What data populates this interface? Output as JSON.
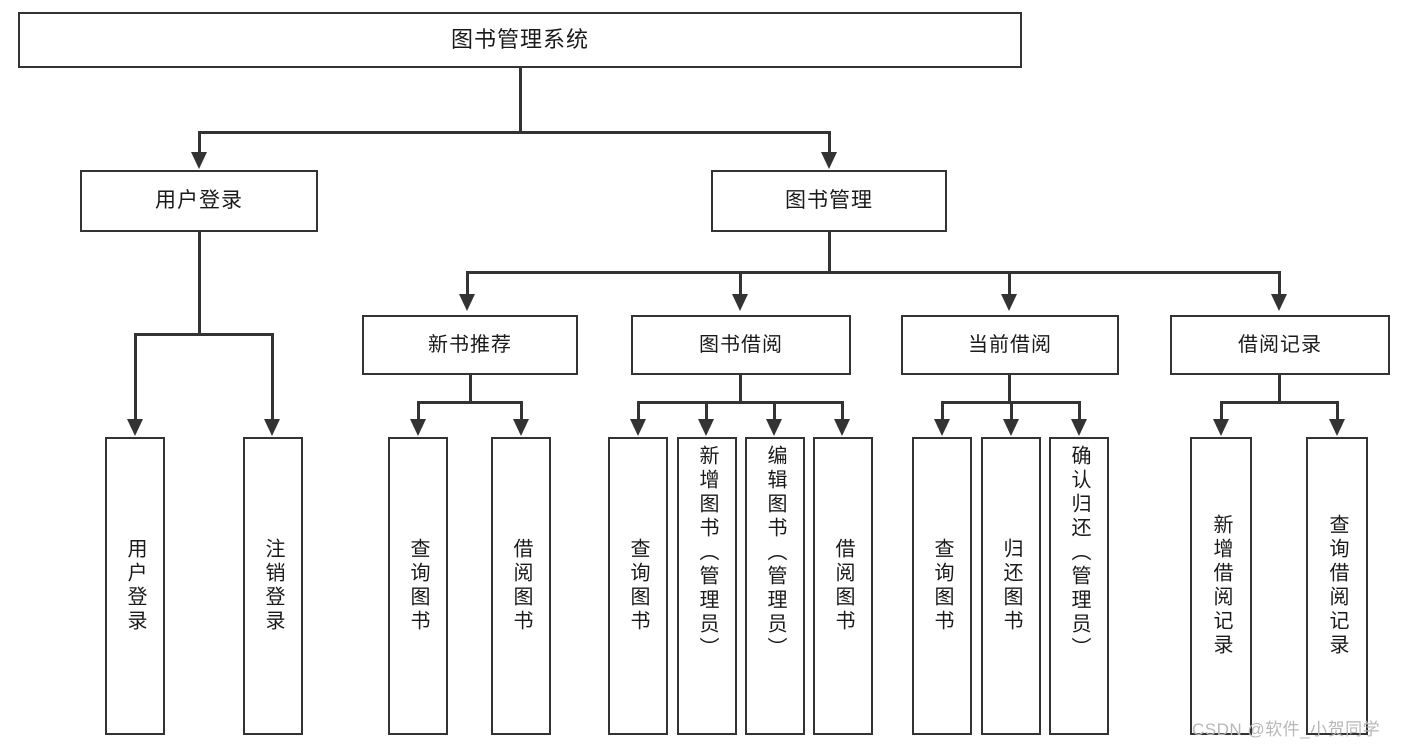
{
  "diagram": {
    "title": "图书管理系统",
    "type": "tree-hierarchy-diagram",
    "root": {
      "label": "图书管理系统"
    },
    "level1": [
      {
        "label": "用户登录"
      },
      {
        "label": "图书管理"
      }
    ],
    "level2": [
      {
        "label": "新书推荐"
      },
      {
        "label": "图书借阅"
      },
      {
        "label": "当前借阅"
      },
      {
        "label": "借阅记录"
      }
    ],
    "leaves": {
      "user_login": [
        {
          "label": "用户登录"
        },
        {
          "label": "注销登录"
        }
      ],
      "new_book_recommend": [
        {
          "label": "查询图书"
        },
        {
          "label": "借阅图书"
        }
      ],
      "book_borrow": [
        {
          "label": "查询图书"
        },
        {
          "label": "新增图书（管理员）"
        },
        {
          "label": "编辑图书（管理员）"
        },
        {
          "label": "借阅图书"
        }
      ],
      "current_borrow": [
        {
          "label": "查询图书"
        },
        {
          "label": "归还图书"
        },
        {
          "label": "确认归还（管理员）"
        }
      ],
      "borrow_record": [
        {
          "label": "新增借阅记录"
        },
        {
          "label": "查询借阅记录"
        }
      ]
    }
  },
  "watermark": {
    "text": "CSDN @软件_小贺同学"
  },
  "colors": {
    "stroke": "#333333",
    "fill": "#ffffff",
    "text": "#1a1a1a",
    "watermark": "#b8b8b8"
  }
}
